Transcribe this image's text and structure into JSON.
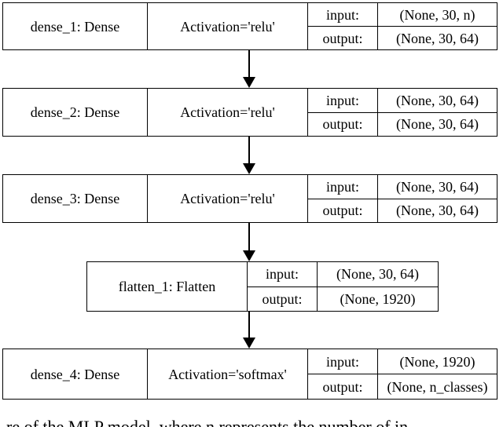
{
  "diagram": {
    "kind": "neural-network-layer-graph",
    "model": "MLP"
  },
  "io_labels": {
    "input": "input:",
    "output": "output:"
  },
  "layers": [
    {
      "name": "dense_1: Dense",
      "activation": "Activation='relu'",
      "input": "(None, 30, n)",
      "output": "(None, 30, 64)"
    },
    {
      "name": "dense_2: Dense",
      "activation": "Activation='relu'",
      "input": "(None, 30, 64)",
      "output": "(None, 30, 64)"
    },
    {
      "name": "dense_3: Dense",
      "activation": "Activation='relu'",
      "input": "(None, 30, 64)",
      "output": "(None, 30, 64)"
    },
    {
      "name": "flatten_1: Flatten",
      "input": "(None, 30, 64)",
      "output": "(None, 1920)"
    },
    {
      "name": "dense_4: Dense",
      "activation": "Activation='softmax'",
      "input": "(None, 1920)",
      "output": "(None, n_classes)"
    }
  ],
  "caption_partial": "re of the MLP model, where n represents the number of in",
  "colors": {
    "border": "#000000",
    "background": "#ffffff",
    "text": "#000000"
  }
}
